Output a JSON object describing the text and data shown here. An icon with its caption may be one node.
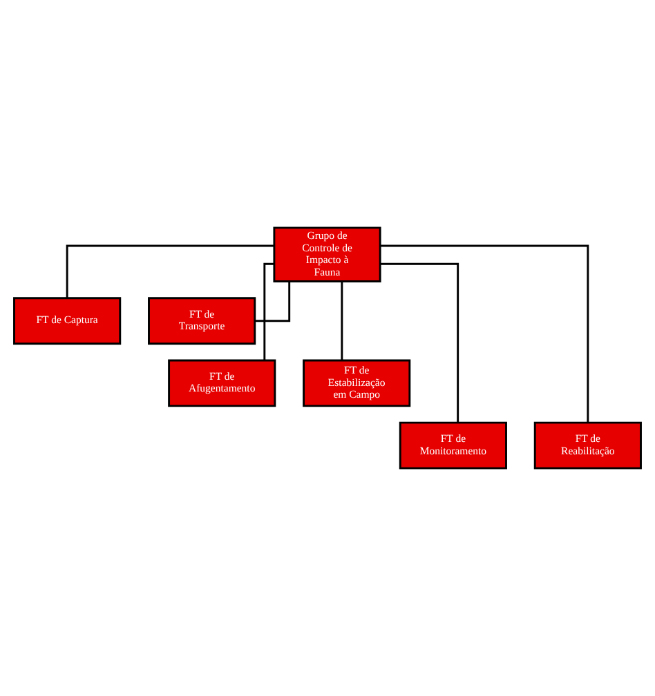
{
  "diagram": {
    "nodes": [
      {
        "text": [
          "Grupo de Controle de Impacto à Fauna"
        ]
      },
      {
        "text": [
          "FT de Captura"
        ]
      },
      {
        "text": [
          "FT de Transporte"
        ]
      },
      {
        "text": [
          "FT de Afugentamento"
        ]
      },
      {
        "text": [
          "FT de Estabilização em Campo"
        ]
      },
      {
        "text": [
          "FT de Monitoramento"
        ]
      },
      {
        "text": [
          "FT de Reabilitação"
        ]
      }
    ],
    "edges": [
      {
        "from": 0,
        "to": 1,
        "arrow": "none"
      },
      {
        "from": 0,
        "to": 2,
        "arrow": "none"
      },
      {
        "from": 0,
        "to": 3,
        "arrow": "none"
      },
      {
        "from": 0,
        "to": 4,
        "arrow": "none"
      },
      {
        "from": 0,
        "to": 5,
        "arrow": "none"
      },
      {
        "from": 0,
        "to": 6,
        "arrow": "none"
      }
    ]
  }
}
